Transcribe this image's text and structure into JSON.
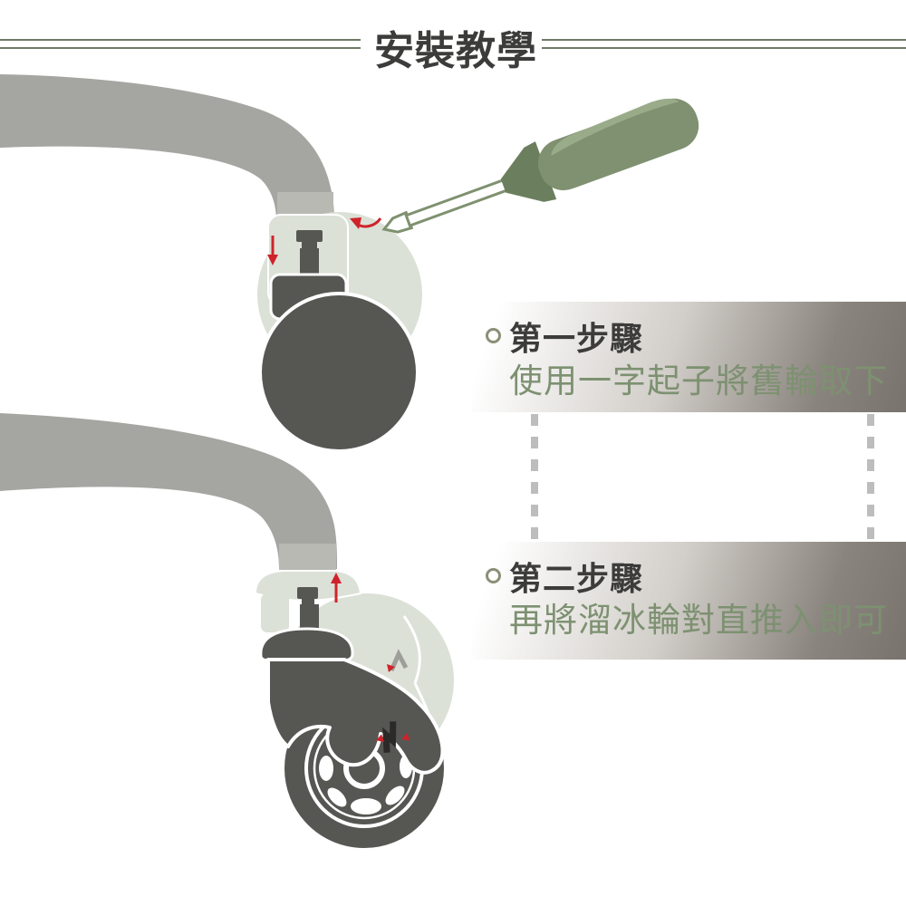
{
  "title": {
    "text": "安裝教學"
  },
  "steps": [
    {
      "label": "第一步驟",
      "description": "使用一字起子將舊輪取下"
    },
    {
      "label": "第二步驟",
      "description": "再將溜冰輪對直推入即可"
    }
  ],
  "icons": {
    "screwdriver": "screwdriver-icon",
    "arrow_down": "arrow-down-icon",
    "arrow_curve": "arrow-curve-icon",
    "arrow_up": "arrow-up-icon",
    "step_bullet": "ring-bullet-icon",
    "brand_mark": "caster-brand-logo"
  },
  "colors": {
    "step_title": "#3c3c3a",
    "step_description": "#7d9171",
    "rule_green": "#6e7a68",
    "bullet_ring": "#8a9076",
    "dash_gray": "#bdbdbd",
    "banner_light": "#d2cec9",
    "banner_dark": "#79736d",
    "leg_gray": "#a5a5a1",
    "leg_gray_light": "#b9b9b4",
    "housing_green": "#dbe1d7",
    "part_dark": "#565753",
    "arrow_red": "#cf232b",
    "screwdriver_green": "#7f9170"
  }
}
